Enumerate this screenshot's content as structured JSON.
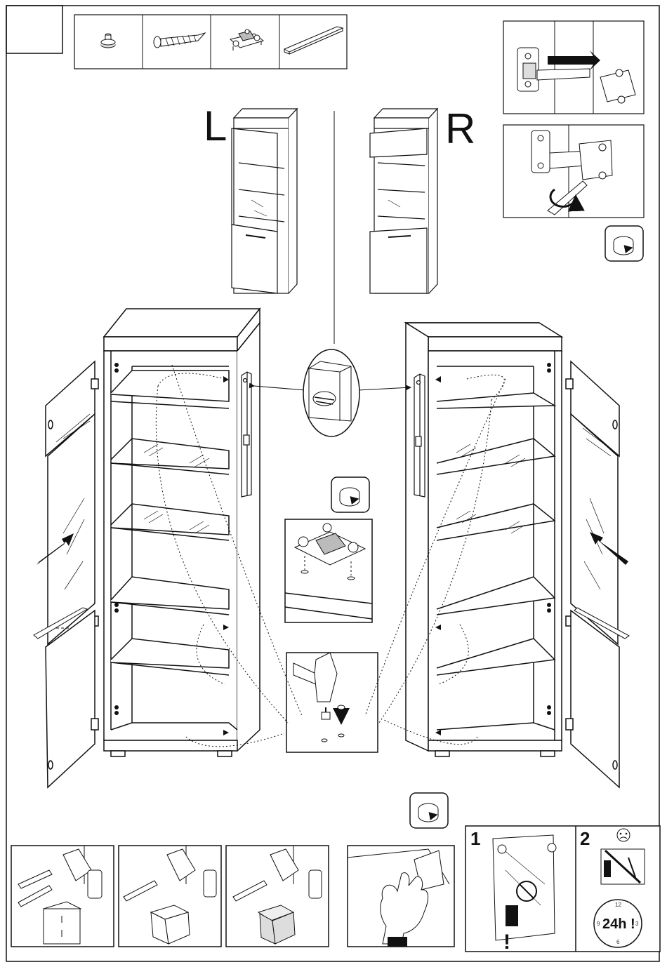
{
  "labels": {
    "left": "L",
    "right": "R"
  },
  "warnings": {
    "step1": "1",
    "step2": "2",
    "duration": "24h",
    "exclaim": "!"
  },
  "clock_numbers": [
    "12",
    "3",
    "6",
    "9"
  ],
  "parts": [
    "cam-dowel",
    "screw",
    "hinge-plate",
    "strip"
  ],
  "colors": {
    "line": "#111111",
    "fill": "#f4f4f4",
    "accent": "#111111"
  }
}
